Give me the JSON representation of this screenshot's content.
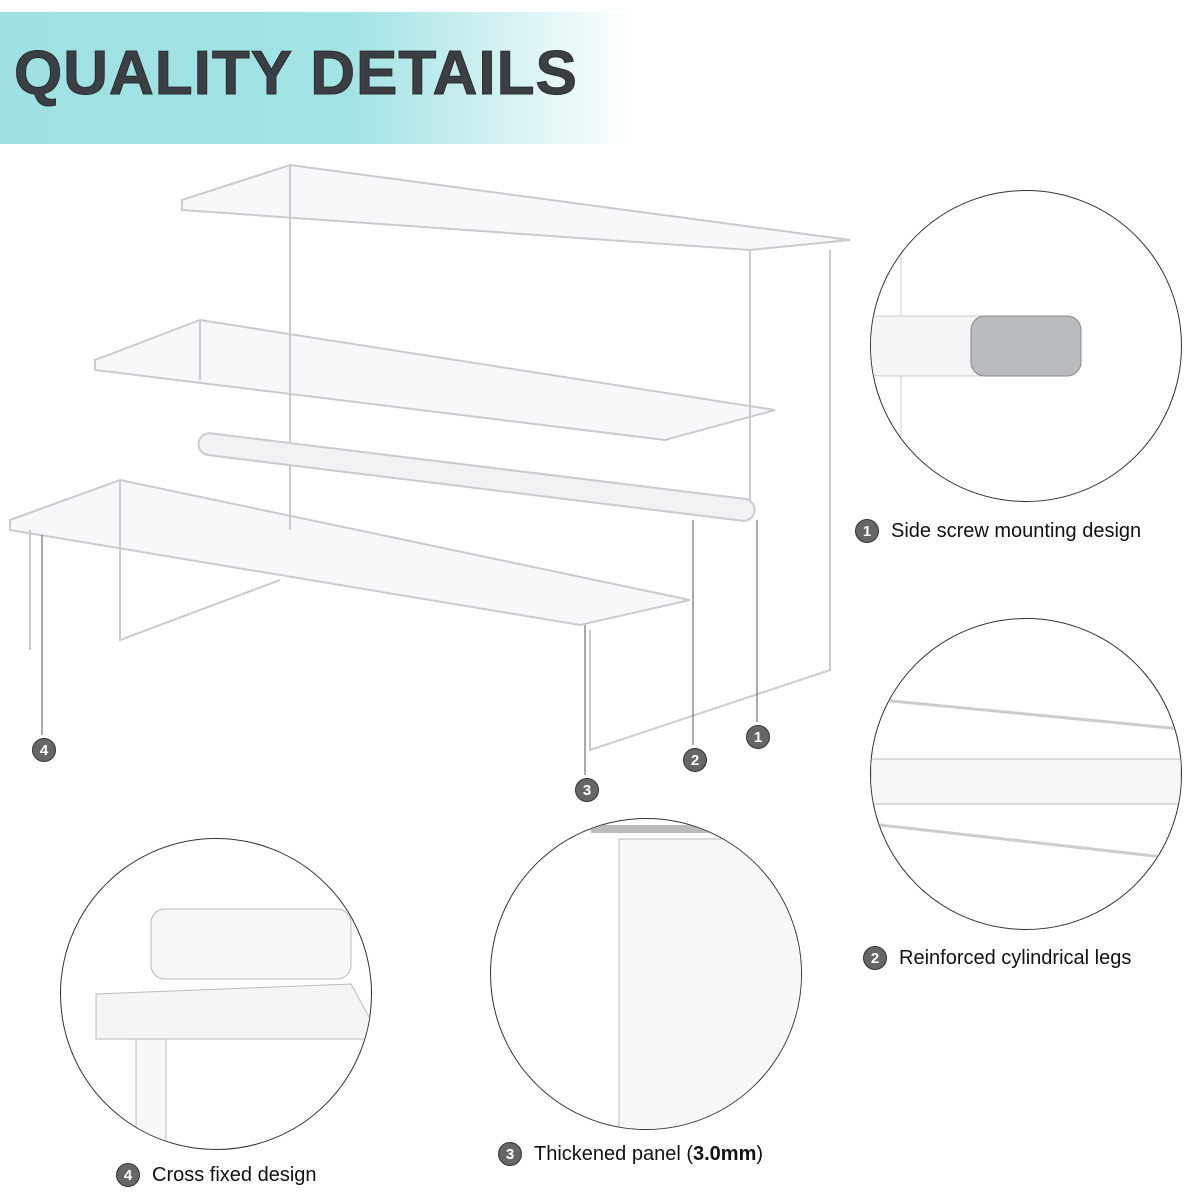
{
  "title": "QUALITY DETAILS",
  "markers": [
    "1",
    "2",
    "3",
    "4"
  ],
  "captions": [
    {
      "num": "1",
      "text": "Side screw mounting design"
    },
    {
      "num": "2",
      "text": "Reinforced cylindrical legs"
    },
    {
      "num": "3",
      "text": "Thickened panel (",
      "bold": "3.0mm",
      "tail": ")"
    },
    {
      "num": "4",
      "text": "Cross fixed design"
    }
  ],
  "colors": {
    "banner": "#9fe1e2",
    "title": "#3b3f43",
    "badge": "#666666"
  }
}
